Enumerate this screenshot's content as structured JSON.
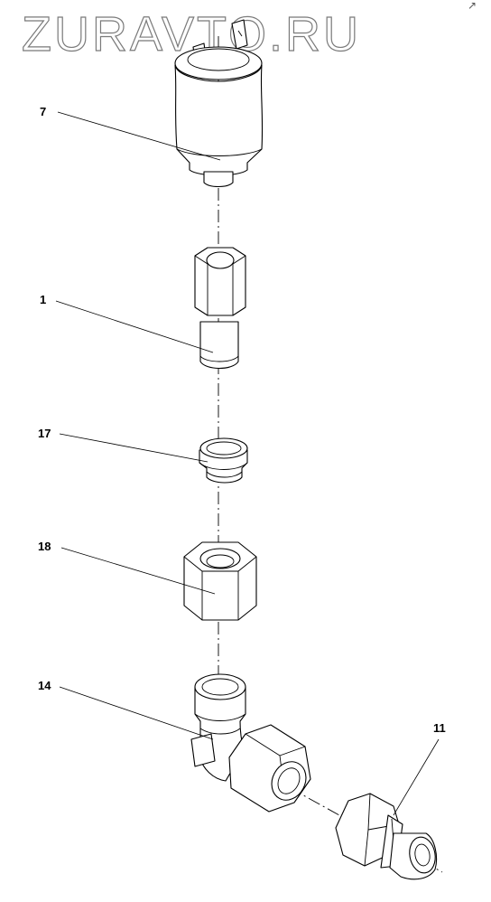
{
  "watermark": "ZURAVTO.RU",
  "callouts": {
    "p7": "7",
    "p1": "1",
    "p17": "17",
    "p18": "18",
    "p14": "14",
    "p11": "11"
  }
}
